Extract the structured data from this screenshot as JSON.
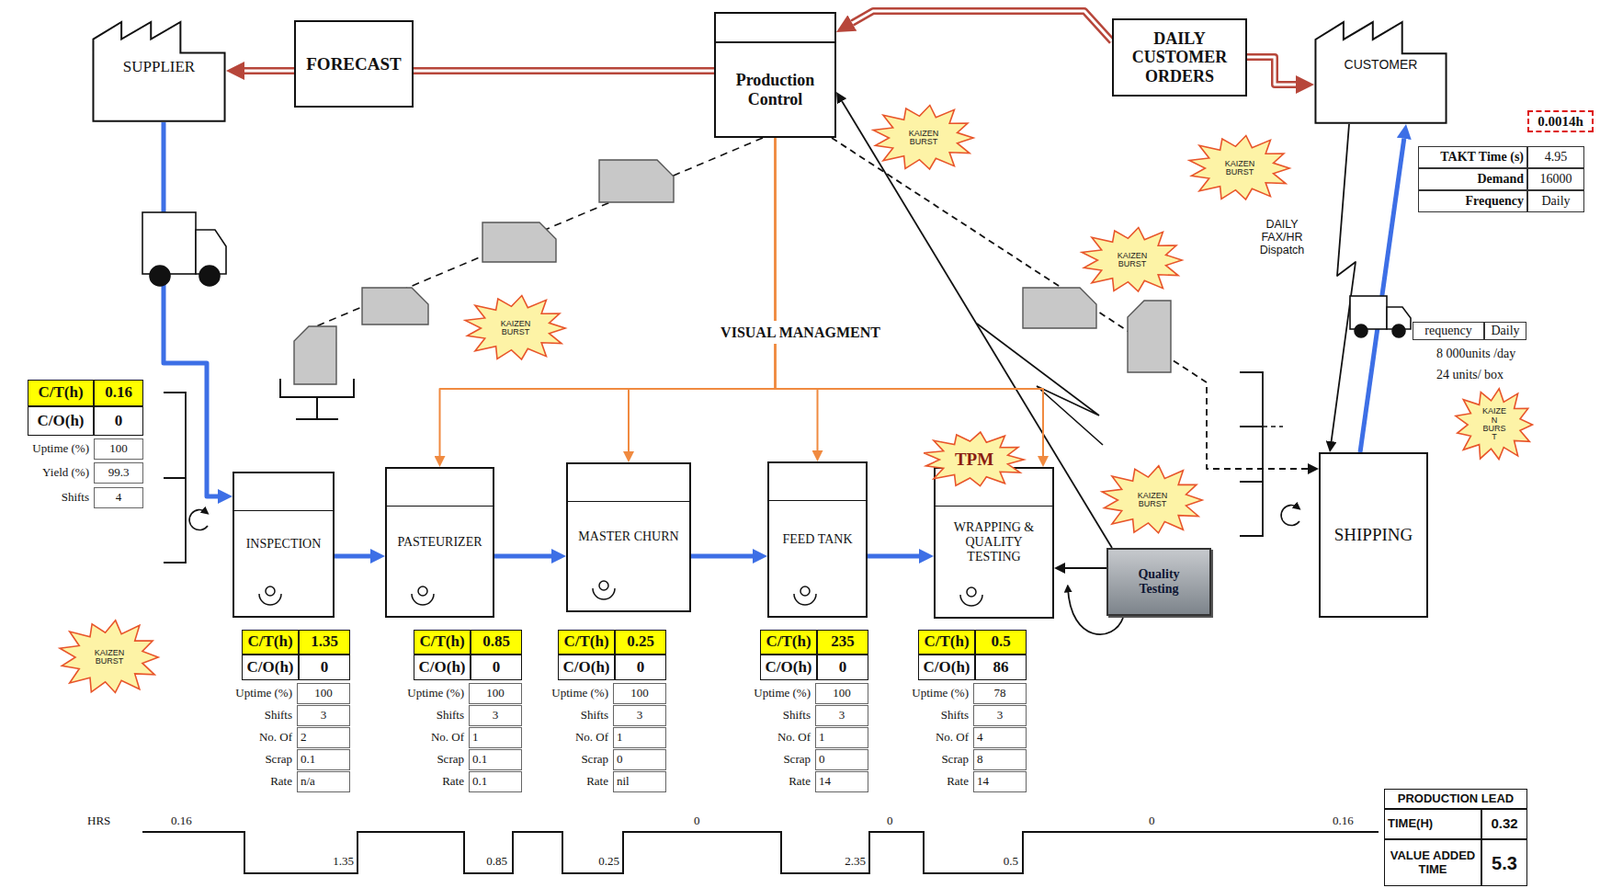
{
  "diagram": {
    "nodes": [
      {
        "text": [
          "SUPPLIER"
        ]
      },
      {
        "text": [
          "FORECAST"
        ]
      },
      {
        "text": [
          "Production Control"
        ]
      },
      {
        "text": [
          "DAILY CUSTOMER ORDERS"
        ]
      },
      {
        "text": [
          "CUSTOMER"
        ]
      },
      {
        "text": [
          "KAIZEN BURST"
        ]
      },
      {
        "text": [
          "KAIZEN BURST"
        ]
      },
      {
        "text": [
          "KAIZEN BURST"
        ]
      },
      {
        "text": [
          "KAIZEN BURST"
        ]
      },
      {
        "text": [
          "KAIZE N BURS T"
        ]
      },
      {
        "text": [
          "TPM"
        ]
      },
      {
        "text": [
          "INSPECTION"
        ]
      },
      {
        "text": [
          "PASTEURIZER"
        ]
      },
      {
        "text": [
          "MASTER CHURN"
        ]
      },
      {
        "text": [
          "FEED TANK"
        ]
      },
      {
        "text": [
          "WRAPPING & QUALITY TESTING"
        ]
      },
      {
        "text": [
          "Quality Testing"
        ]
      },
      {
        "text": [
          "KAIZEN BURST"
        ]
      },
      {
        "text": [
          "SHIPPING"
        ]
      },
      {
        "text": [
          "KAIZEN BURST"
        ]
      }
    ],
    "edges": [
      {
        "from": 3,
        "to": 2,
        "arrow": "to"
      },
      {
        "from": 3,
        "to": 4,
        "arrow": "to"
      },
      {
        "from": 2,
        "to": 1,
        "arrow": "none"
      },
      {
        "from": 1,
        "to": 0,
        "arrow": "to"
      },
      {
        "from": 0,
        "to": 11,
        "arrow": "to"
      },
      {
        "from": 11,
        "to": 12,
        "arrow": "to"
      },
      {
        "from": 12,
        "to": 13,
        "arrow": "to"
      },
      {
        "from": 13,
        "to": 14,
        "arrow": "to"
      },
      {
        "from": 14,
        "to": 15,
        "arrow": "to"
      },
      {
        "from": 16,
        "to": 15,
        "arrow": "to"
      },
      {
        "from": 16,
        "to": 2,
        "arrow": "to"
      },
      {
        "from": 2,
        "to": 12,
        "arrow": "to"
      },
      {
        "from": 2,
        "to": 13,
        "arrow": "to"
      },
      {
        "from": 2,
        "to": 14,
        "arrow": "to"
      },
      {
        "from": 2,
        "to": 15,
        "arrow": "to"
      },
      {
        "from": 2,
        "to": 18,
        "arrow": "to"
      },
      {
        "from": 4,
        "to": 18,
        "arrow": "to"
      },
      {
        "from": 18,
        "to": 4,
        "arrow": "to"
      }
    ],
    "labels": [
      "C/T(h)",
      "0.16",
      "C/O(h)",
      "0",
      "Uptime (%)",
      "100",
      "Yield (%)",
      "99.3",
      "Shifts",
      "4",
      "C/T(h)",
      "1.35",
      "C/O(h)",
      "0",
      "Uptime (%)",
      "100",
      "Shifts",
      "3",
      "No. Of",
      "2",
      "Scrap",
      "0.1",
      "Rate",
      "n/a",
      "C/T(h)",
      "0.85",
      "C/O(h)",
      "0",
      "Uptime (%)",
      "100",
      "Shifts",
      "3",
      "No. Of",
      "1",
      "Scrap",
      "0.1",
      "Rate",
      "0.1",
      "C/T(h)",
      "0.25",
      "C/O(h)",
      "0",
      "Uptime (%)",
      "100",
      "Shifts",
      "3",
      "No. Of",
      "1",
      "Scrap",
      "0",
      "Rate",
      "nil",
      "C/T(h)",
      "235",
      "C/O(h)",
      "0",
      "Uptime (%)",
      "100",
      "Shifts",
      "3",
      "No. Of",
      "1",
      "Scrap",
      "0",
      "Rate",
      "14",
      "C/T(h)",
      "0.5",
      "C/O(h)",
      "86",
      "Uptime (%)",
      "78",
      "Shifts",
      "3",
      "No. Of",
      "4",
      "Scrap",
      "8",
      "Rate",
      "14",
      "0.0014h",
      "TAKT Time (s)",
      "4.95",
      "Demand",
      "16000",
      "Frequency",
      "Daily",
      "DAILY FAX/HR Dispatch",
      "requency",
      "Daily",
      "8 000units /day",
      "24 units/ box",
      "VISUAL MANAGMENT",
      "PRODUCTION LEAD",
      "TIME(H)",
      "0.32",
      "VALUE ADDED TIME",
      "5.3",
      "HRS",
      "0.16",
      "1.35",
      "0.85",
      "0.25",
      "0",
      "2.35",
      "0",
      "0.5",
      "0",
      "0.16"
    ]
  }
}
